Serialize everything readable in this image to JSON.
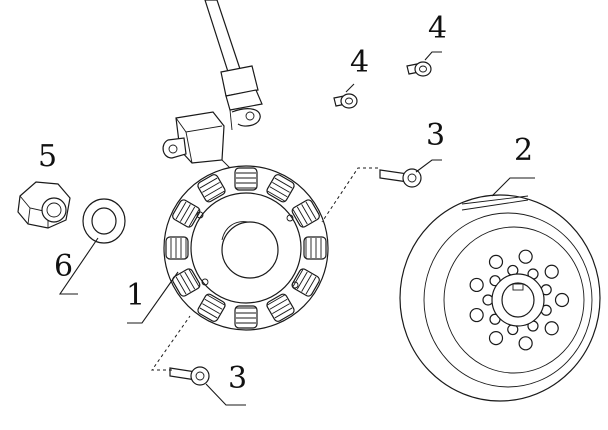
{
  "diagram": {
    "callouts": {
      "stator": "1",
      "flywheel": "2",
      "bolt_upper": "3",
      "bolt_lower": "3",
      "screw_left": "4",
      "screw_right": "4",
      "nut": "5",
      "washer": "6"
    },
    "colors": {
      "line": "#1a1a1a",
      "background": "#ffffff",
      "fill_shade": "#cfcfcf"
    }
  }
}
